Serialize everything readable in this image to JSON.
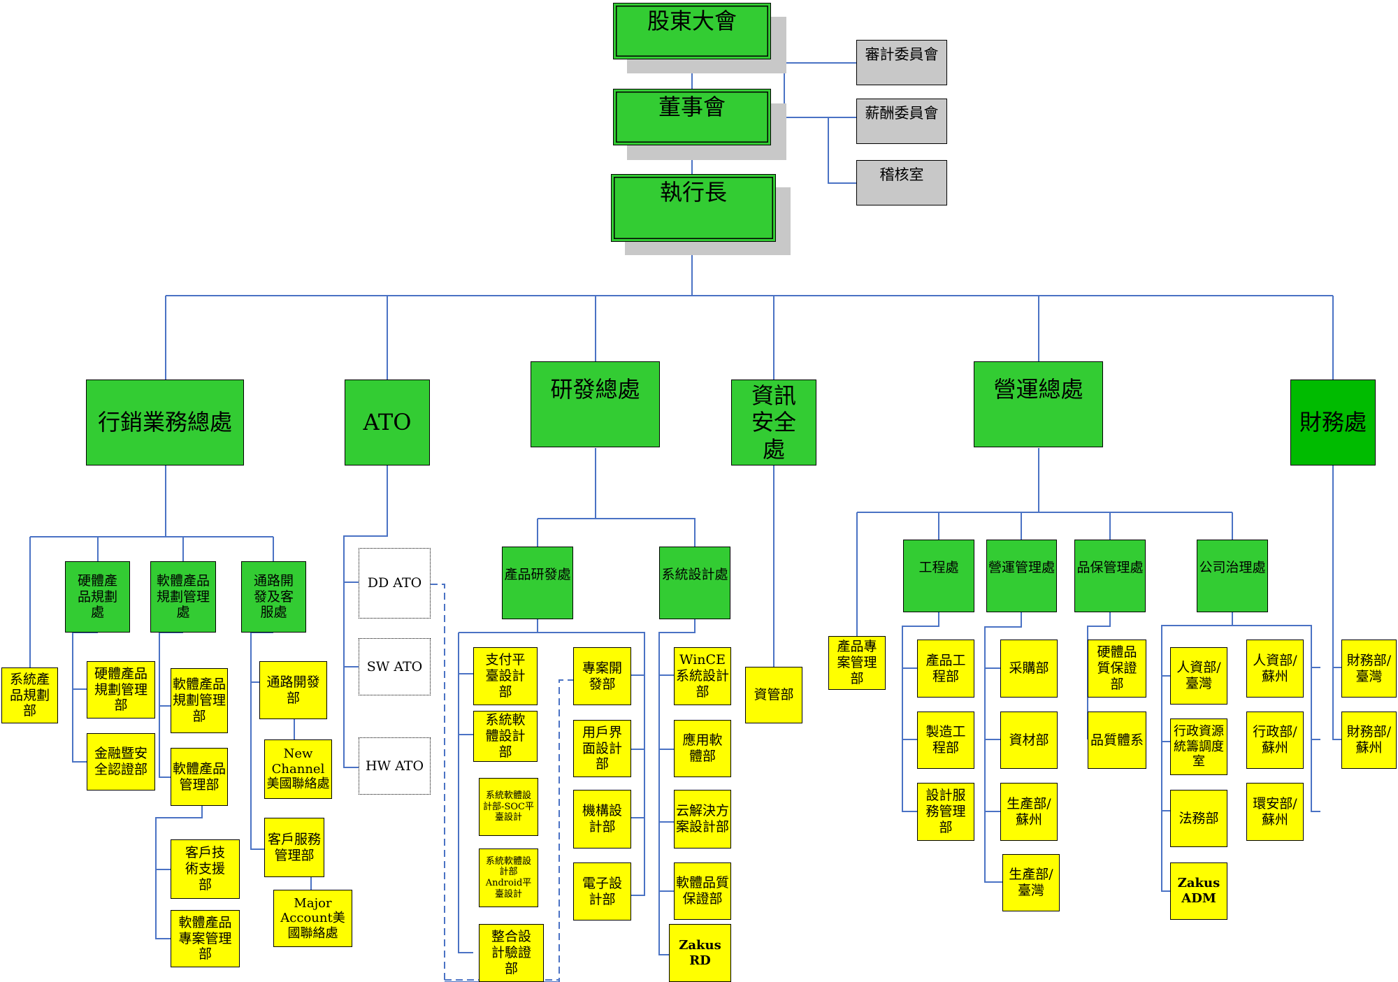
{
  "governance": {
    "shareholders": "股東大會",
    "board": "董事會",
    "ceo": "執行長",
    "audit_committee": "審計委員會",
    "compensation_committee": "薪酬委員會",
    "internal_audit": "稽核室"
  },
  "divisions": {
    "marketing": "行銷業務總處",
    "ato": "ATO",
    "rnd": "研發總處",
    "infosec": "資訊安全處",
    "operations": "營運總處",
    "finance": "財務處"
  },
  "marketing": {
    "sys_product_planning": "系統產品規劃部",
    "hw_planning_office": "硬體產品規劃處",
    "sw_planning_office": "軟體產品規劃管理處",
    "channel_office": "通路開發及客服處",
    "hw_planning_dept": "硬體產品規劃管理部",
    "finance_security_cert": "金融暨安全認證部",
    "sw_planning_dept": "軟體產品規劃管理部",
    "sw_product_mgmt": "軟體產品管理部",
    "customer_tech_support": "客戶技術支援部",
    "sw_project_mgmt": "軟體產品專案管理部",
    "channel_dept": "通路開發部",
    "new_channel": "New Channel美國聯絡處",
    "customer_service": "客戶服務管理部",
    "major_account": "Major Account美國聯絡處"
  },
  "ato": {
    "dd": "DD ATO",
    "sw": "SW ATO",
    "hw": "HW ATO"
  },
  "rnd": {
    "product_rnd": "產品研發處",
    "system_design": "系統設計處",
    "payment_platform": "支付平臺設計部",
    "sys_sw_design": "系統軟體設計部",
    "soc_platform": "系統軟體設計部-SOC平臺設計",
    "android_platform": "系統軟體設計部Android平臺設計",
    "integration_verification": "整合設計驗證部",
    "project_dev": "專案開發部",
    "ui_design": "用戶界面設計部",
    "mech_design": "機構設計部",
    "electronic_design": "電子設計部",
    "wince": "WinCE系統設計部",
    "app_sw": "應用軟體部",
    "cloud": "云解決方案設計部",
    "sw_qa": "軟體品質保證部",
    "zakus_rd": "Zakus RD"
  },
  "infosec": {
    "it_dept": "資管部"
  },
  "operations": {
    "product_project": "產品專案管理部",
    "engineering": "工程處",
    "ops_mgmt": "營運管理處",
    "qa_mgmt": "品保管理處",
    "governance": "公司治理處",
    "product_eng": "產品工程部",
    "manufacturing_eng": "製造工程部",
    "design_service": "設計服務管理部",
    "procurement": "采購部",
    "materials": "資材部",
    "production_suzhou": "生產部/蘇州",
    "production_taiwan": "生產部/臺灣",
    "hw_qa": "硬體品質保證部",
    "quality_system": "品質體系",
    "hr_taiwan": "人資部/臺灣",
    "admin_resource": "行政資源統籌調度室",
    "legal": "法務部",
    "zakus_adm": "Zakus ADM",
    "hr_suzhou": "人資部/蘇州",
    "admin_suzhou": "行政部/蘇州",
    "env_safety_suzhou": "環安部/蘇州"
  },
  "finance": {
    "fin_taiwan": "財務部/臺灣",
    "fin_suzhou": "財務部/蘇州"
  },
  "colors": {
    "division_green": "#33cc33",
    "finance_green": "#00bb00",
    "dept_yellow": "#ffff00",
    "committee_grey": "#c8c8c8",
    "connector_blue": "#4a72c4"
  }
}
